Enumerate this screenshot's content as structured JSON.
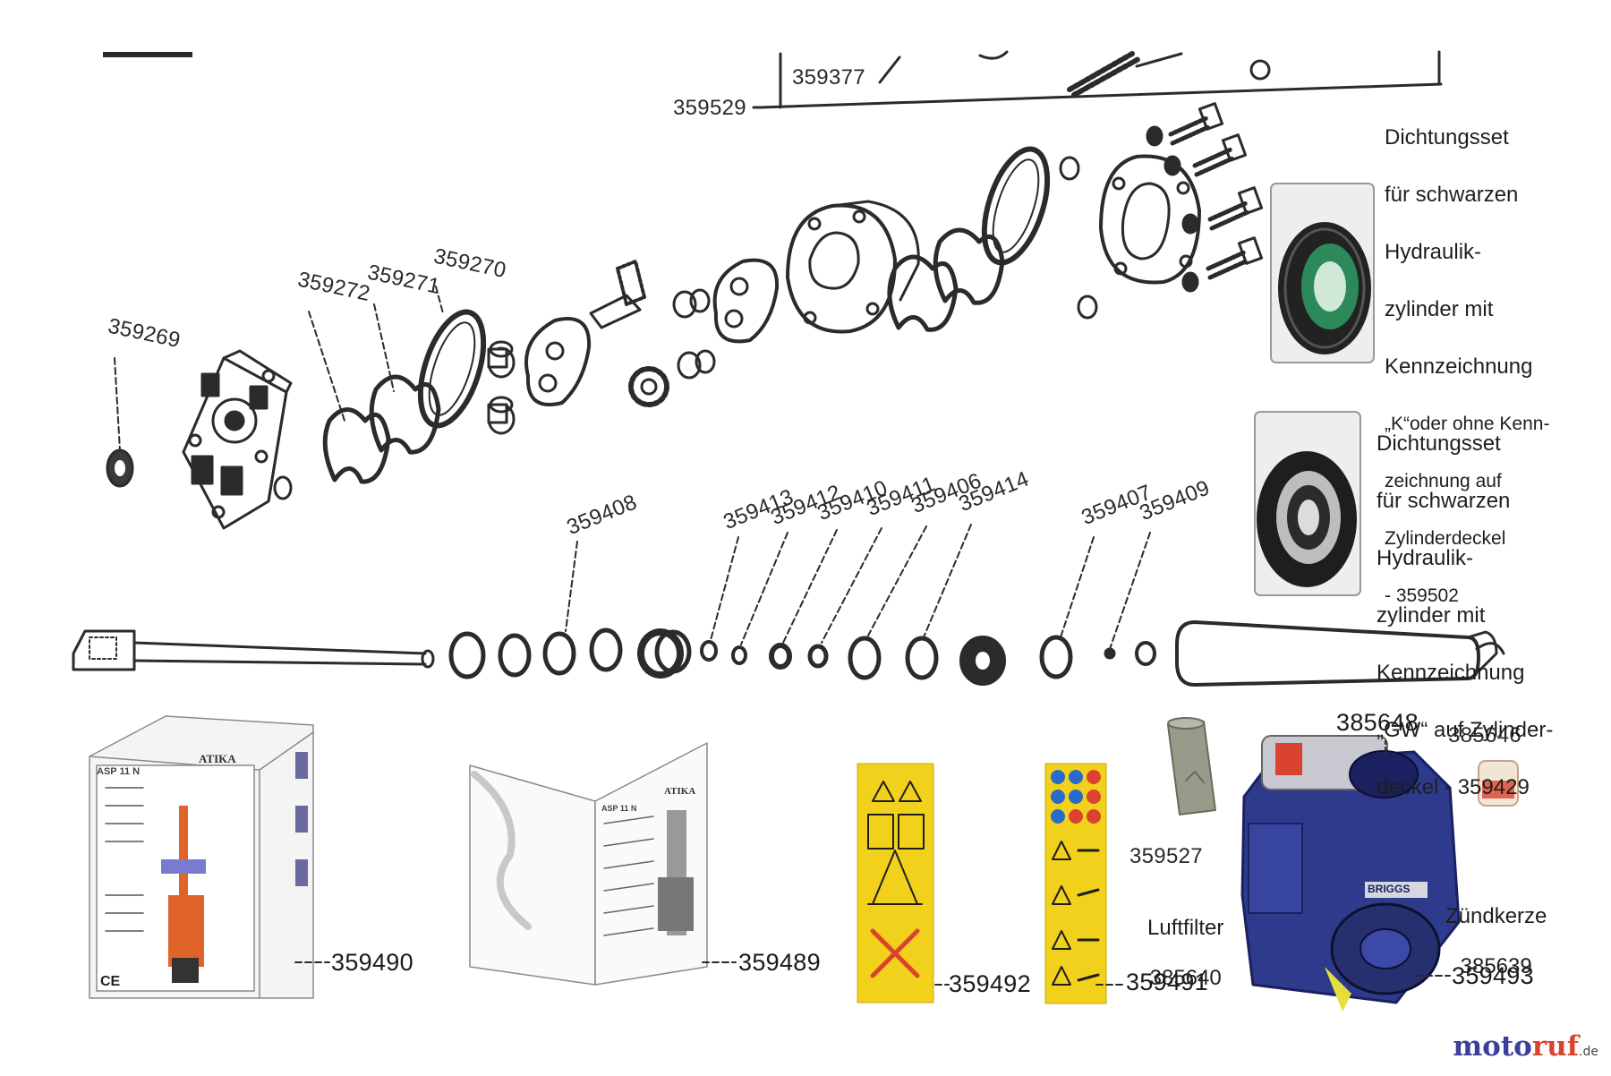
{
  "parts": {
    "p359529": "359529",
    "p359377": "359377",
    "p359269": "359269",
    "p359272": "359272",
    "p359271": "359271",
    "p359270": "359270",
    "p359408": "359408",
    "p359413": "359413",
    "p359412": "359412",
    "p359410": "359410",
    "p359411": "359411",
    "p359406": "359406",
    "p359414": "359414",
    "p359407": "359407",
    "p359409": "359409",
    "p385648": "385648",
    "p385646": "385646",
    "p359527": "359527",
    "p359490": "359490",
    "p359489": "359489",
    "p359492": "359492",
    "p359491": "359491",
    "p359493": "359493"
  },
  "notes": {
    "seal_k": [
      "Dichtungsset",
      "für schwarzen",
      "Hydraulik-",
      "zylinder mit",
      "Kennzeichnung",
      "„K“oder ohne Kenn-",
      "zeichnung auf",
      "Zylinderdeckel",
      "- 359502"
    ],
    "seal_gw": [
      "Dichtungsset",
      "für schwarzen",
      "Hydraulik-",
      "zylinder mit",
      "Kennzeichnung",
      "„GW“ auf Zylinder-",
      "deckel - 359429"
    ],
    "air_filter": [
      "Luftfilter",
      "385640"
    ],
    "spark_plug": [
      "Zündkerze",
      "385639"
    ]
  },
  "box_text": {
    "model": "ASP 11 N",
    "brand": "ATIKA",
    "ce": "CE"
  },
  "manual_text": {
    "model": "ASP 11 N",
    "brand": "ATIKA"
  },
  "engine_text": {
    "brand": "BRIGGS"
  },
  "watermark": {
    "part1": "moto",
    "part2": "ruf",
    "part3": ".de"
  },
  "colors": {
    "line": "#2b2b2b",
    "box_orange": "#e0642a",
    "sticker_yellow": "#f2d11c",
    "engine_blue": "#2e3a8c",
    "watermark_blue": "#3b3f9a",
    "watermark_red": "#d9432f"
  }
}
